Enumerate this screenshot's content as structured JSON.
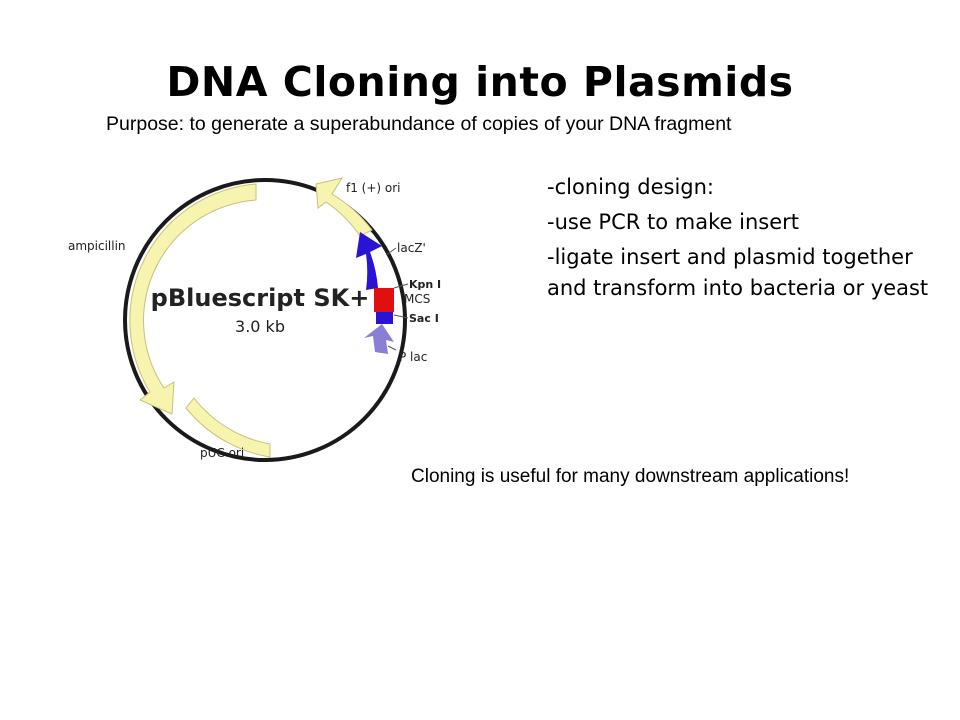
{
  "title": "DNA Cloning into Plasmids",
  "subtitle": "Purpose:  to generate a superabundance of copies of your DNA fragment",
  "plasmid": {
    "name": "pBluescript SK+",
    "size": "3.0 kb",
    "labels": {
      "f1": "f1 (+) ori",
      "lacz": "lacZ'",
      "kpn": "Kpn I",
      "mcs": "MCS",
      "sac": "Sac I",
      "plac": "P lac",
      "amp": "ampicillin",
      "puc": "pUC ori"
    },
    "colors": {
      "backbone": "#1a1a1a",
      "feature": "#f7f4b0",
      "lacz": "#2a14d4",
      "mcs": "#e01010",
      "plac": "#8a7fd2"
    }
  },
  "bullets": [
    "-cloning design:",
    "-use PCR to make insert",
    "-ligate insert and plasmid together and transform into bacteria or yeast"
  ],
  "note": "Cloning is useful for many downstream applications!"
}
